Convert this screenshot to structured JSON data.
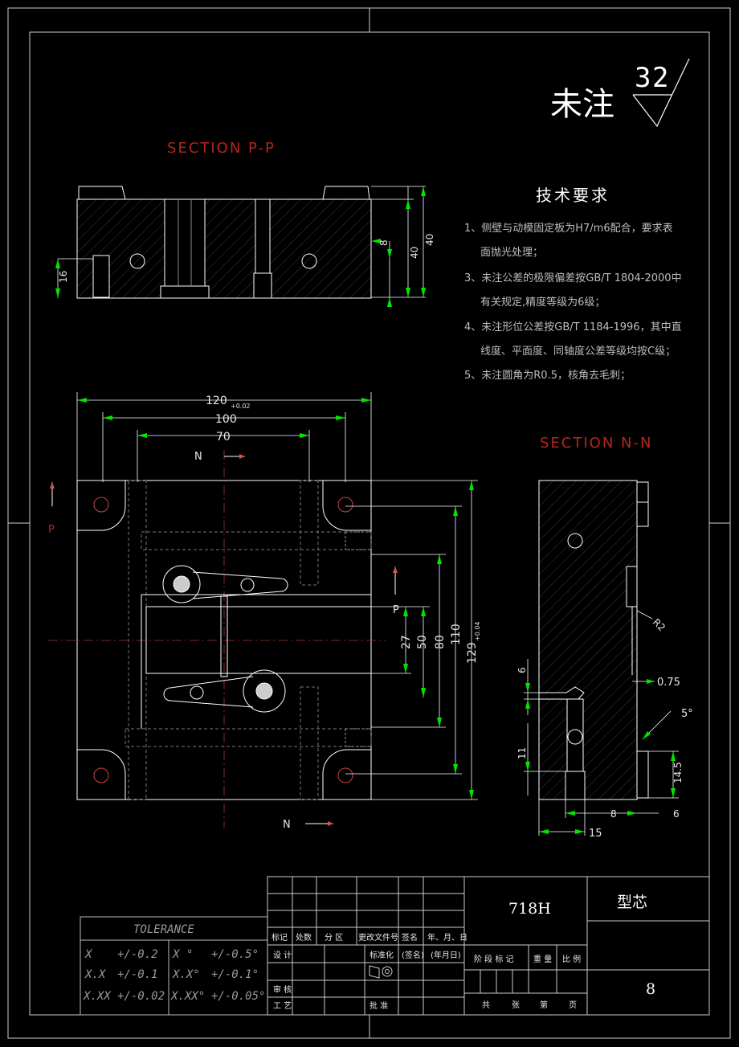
{
  "surface_note": {
    "text": "未注",
    "value_top": "3",
    "value_right": "2"
  },
  "section_p": {
    "title": "SECTION P-P"
  },
  "section_n": {
    "title": "SECTION N-N"
  },
  "tech_req": {
    "title": "技术要求",
    "items": [
      "1、侧壁与动模固定板为H7/m6配合，要求表",
      "面抛光处理；",
      "3、未注公差的极限偏差按GB/T 1804-2000中",
      "有关规定,精度等级为6级；",
      "4、未注形位公差按GB/T 1184-1996，其中直",
      "线度、平面度、同轴度公差等级均按C级；",
      "5、未注圆角为R0.5，核角去毛刺；"
    ]
  },
  "dims": {
    "top_overall": "120",
    "top_tol": "+0.02",
    "top_100": "100",
    "top_70": "70",
    "right_27": "27",
    "right_50": "50",
    "right_80": "80",
    "right_110": "110",
    "right_129": "129",
    "right_tol": "+0.04",
    "pp_16": "16",
    "pp_40a": "40",
    "pp_40b": "40",
    "pp_8": "8",
    "nn_6": "6",
    "nn_11": "11",
    "nn_075": "0.75",
    "nn_5deg": "5°",
    "nn_145": "14.5",
    "nn_8": "8",
    "nn_15": "15",
    "nn_6b": "6",
    "nn_r2": "R2"
  },
  "markers": {
    "N": "N",
    "P": "P"
  },
  "tolerance": {
    "title": "TOLERANCE",
    "rows": [
      [
        "X",
        "+/-0.2",
        "X °",
        "+/-0.5°"
      ],
      [
        "X.X",
        "+/-0.1",
        "X.X°",
        "+/-0.1°"
      ],
      [
        "X.XX",
        "+/-0.02",
        "X.XX°",
        "+/-0.05°"
      ]
    ]
  },
  "title_block": {
    "material": "718H",
    "part_name": "型芯",
    "scale": "8",
    "labels": {
      "mark": "标记",
      "count": "处数",
      "zone": "分 区",
      "change_doc": "更改文件号",
      "sign": "签名",
      "date": "年、月、日",
      "design": "设 计",
      "standard": "标准化",
      "sign2": "(签名)",
      "date2": "(年月日)",
      "review": "审 核",
      "process": "工 艺",
      "approve": "批 准",
      "stage": "阶 段 标 记",
      "weight": "重 量",
      "ratio": "比 例",
      "total": "共",
      "sheets": "张",
      "page": "第",
      "page2": "页"
    }
  }
}
